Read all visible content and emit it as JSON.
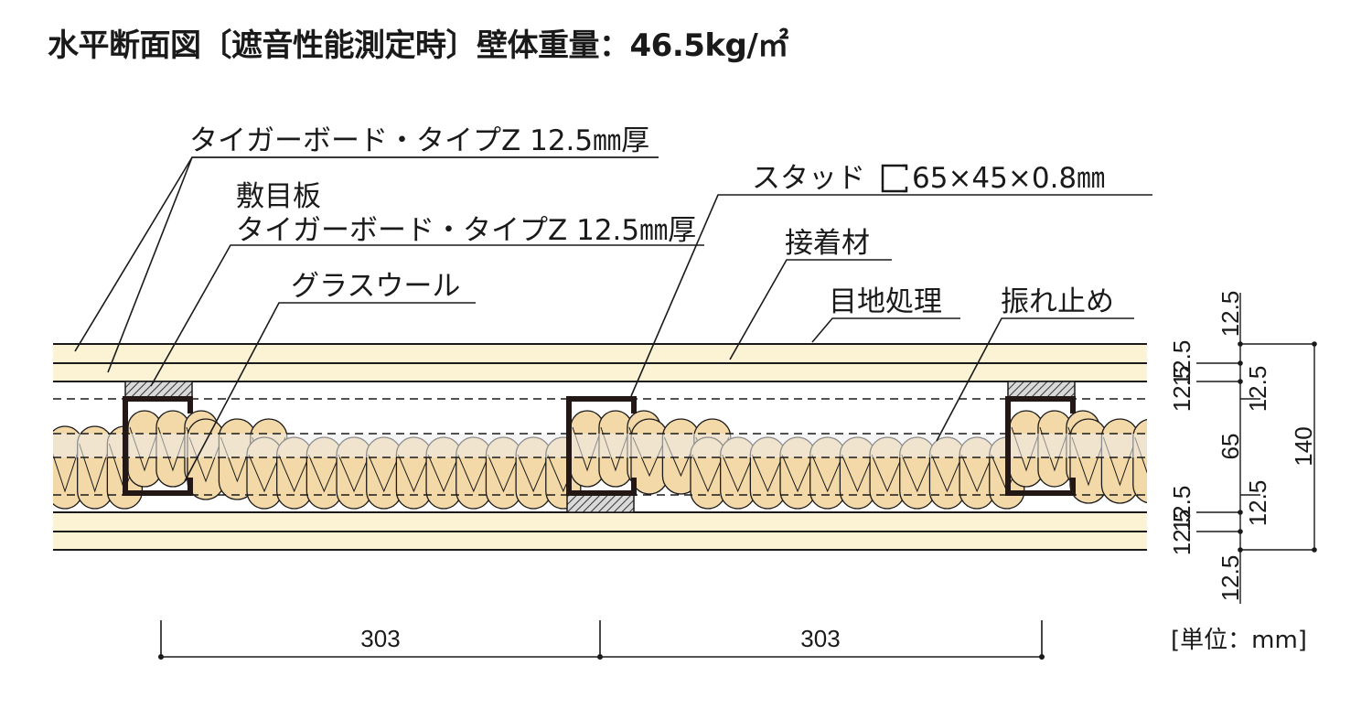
{
  "title": "水平断面図〔遮音性能測定時〕壁体重量：46.5kg/㎡",
  "labels": {
    "outer_board": "タイガーボード・タイプZ 12.5㎜厚",
    "base_board_line1": "敷目板",
    "base_board_line2": "タイガーボード・タイプZ 12.5㎜厚",
    "glass_wool": "グラスウール",
    "stud_prefix": "スタッド",
    "stud_size": "65×45×0.8㎜",
    "adhesive": "接着材",
    "joint": "目地処理",
    "brace": "振れ止め"
  },
  "dimensions": {
    "spacing_left": "303",
    "spacing_right": "303",
    "layer_top_outer": "12.5",
    "layer_top_inner": "12.5",
    "layer_top_outer_left": "12.5",
    "layer_top_inner_left": "12.5",
    "stud_depth": "65",
    "layer_bottom_inner": "12.5",
    "layer_bottom_outer": "12.5",
    "layer_bottom_inner_left": "12.5",
    "layer_bottom_outer_left": "12.5",
    "total": "140"
  },
  "unit_note": "[単位：mm]",
  "colors": {
    "board": "#fbf3d3",
    "insulation": "#f4d9a8",
    "line": "#1a1a1a",
    "stud": "#231815",
    "hatch_bg": "#d9d9d9",
    "brace_band": "#ededed"
  }
}
